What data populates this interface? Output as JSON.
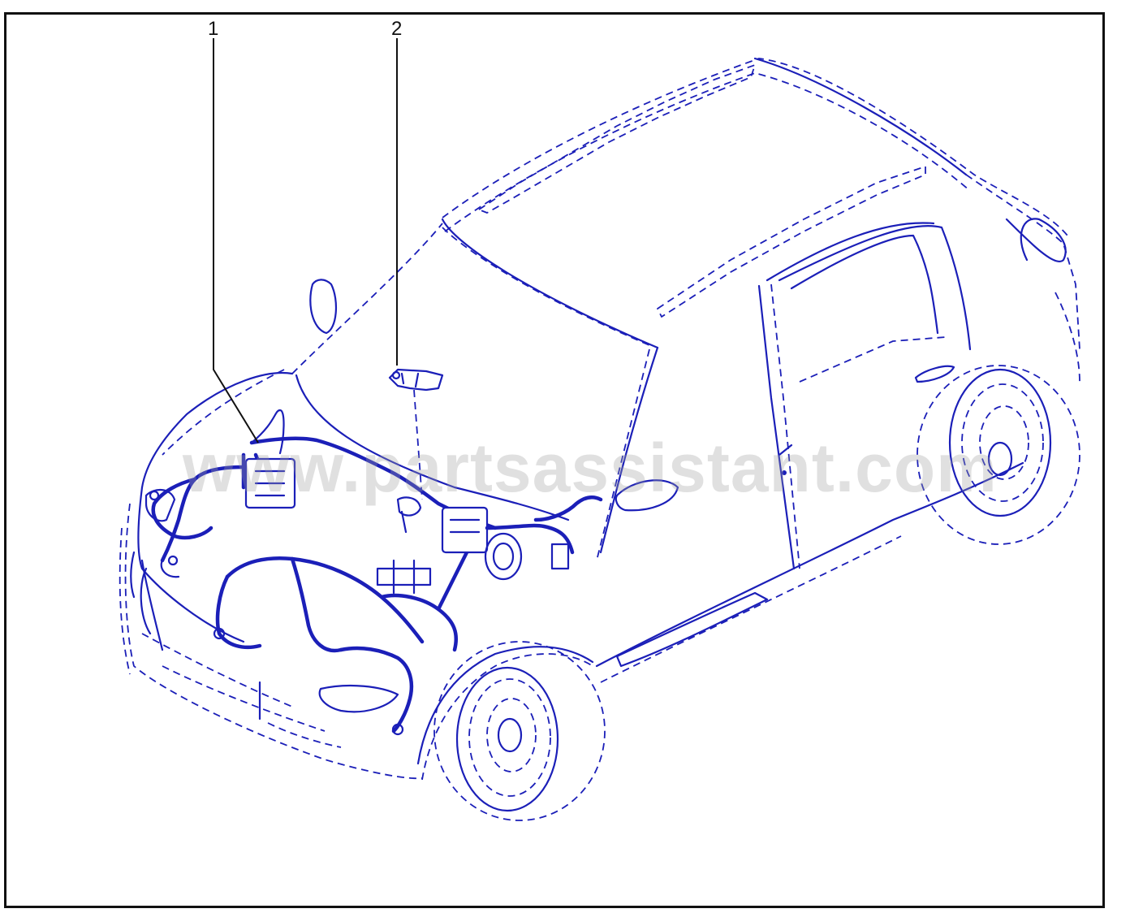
{
  "callouts": [
    {
      "id": "callout-1",
      "label": "1",
      "part": "engine-wiring-harness"
    },
    {
      "id": "callout-2",
      "label": "2",
      "part": "harness-bracket"
    }
  ],
  "watermark": "www.partsassistant.com",
  "colors": {
    "line": "#1b1fb8",
    "frame": "#111111",
    "background": "#ffffff",
    "watermark": "#a0a0a0"
  }
}
